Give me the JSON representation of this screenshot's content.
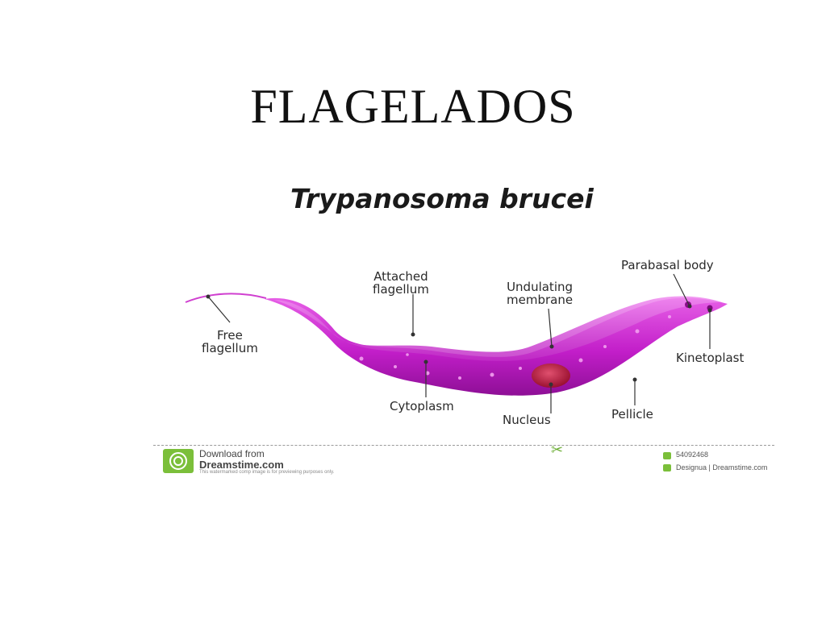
{
  "slide": {
    "title": "FLAGELADOS"
  },
  "figure": {
    "title": "Trypanosoma brucei",
    "labels": {
      "free_flagellum": "Free\nflagellum",
      "attached_flagellum": "Attached\nflagellum",
      "undulating_membrane": "Undulating\nmembrane",
      "parabasal_body": "Parabasal body",
      "kinetoplast": "Kinetoplast",
      "cytoplasm": "Cytoplasm",
      "nucleus": "Nucleus",
      "pellicle": "Pellicle"
    },
    "colors": {
      "body": "#c21ec9",
      "body_light": "#e860e8",
      "nucleus": "#b5143a",
      "leader": "#333333"
    }
  },
  "watermark": {
    "download_from": "Download from",
    "site": "Dreamstime.com",
    "note": "This watermarked comp image is for previewing purposes only.",
    "image_id": "54092468",
    "credit": "Designua | Dreamstime.com",
    "logo_color": "#7bbf3a"
  }
}
